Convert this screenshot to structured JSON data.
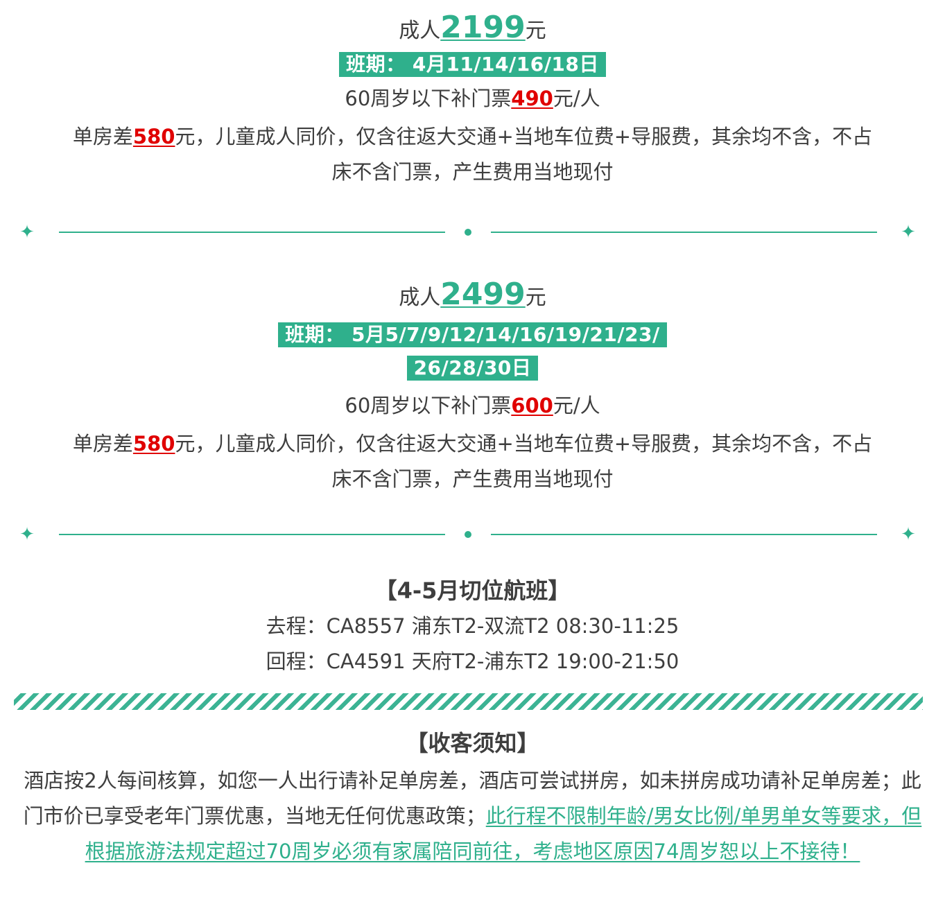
{
  "offers": [
    {
      "price_prefix": "成人",
      "price_value": "2199",
      "price_suffix": "元",
      "schedule_lines": [
        "班期： 4月11/14/16/18日"
      ],
      "ticket_prefix": "60周岁以下补门票",
      "ticket_value": "490",
      "ticket_suffix": "元/人",
      "single_prefix": "单房差",
      "single_value": "580",
      "single_suffix": "元，儿童成人同价，仅含往返大交通+当地车位费+导服费，其余均不含，不占",
      "single_line2": "床不含门票，产生费用当地现付"
    },
    {
      "price_prefix": "成人",
      "price_value": "2499",
      "price_suffix": "元",
      "schedule_lines": [
        "班期： 5月5/7/9/12/14/16/19/21/23/",
        "26/28/30日"
      ],
      "ticket_prefix": "60周岁以下补门票",
      "ticket_value": "600",
      "ticket_suffix": "元/人",
      "single_prefix": "单房差",
      "single_value": "580",
      "single_suffix": "元，儿童成人同价，仅含往返大交通+当地车位费+导服费，其余均不含，不占",
      "single_line2": "床不含门票，产生费用当地现付"
    }
  ],
  "flights": {
    "heading": "【4-5月切位航班】",
    "outbound": "去程：CA8557 浦东T2-双流T2 08:30-11:25",
    "return": "回程：CA4591 天府T2-浦东T2 19:00-21:50"
  },
  "notice": {
    "heading": "【收客须知】",
    "text_plain": "酒店按2人每间核算，如您一人出行请补足单房差，酒店可尝试拼房，如未拼房成功请补足单房差；此门市价已享受老年门票优惠，当地无任何优惠政策；",
    "text_link": "此行程不限制年龄/男女比例/单男单女等要求，但根据旅游法规定超过70周岁必须有家属陪同前往，考虑地区原因74周岁恕以上不接待！"
  },
  "colors": {
    "accent": "#2fb08c",
    "price_red": "#e00000",
    "text": "#3e3e3e"
  },
  "icons": {
    "divider_end": "four-point-star-icon",
    "divider_center": "dot"
  }
}
